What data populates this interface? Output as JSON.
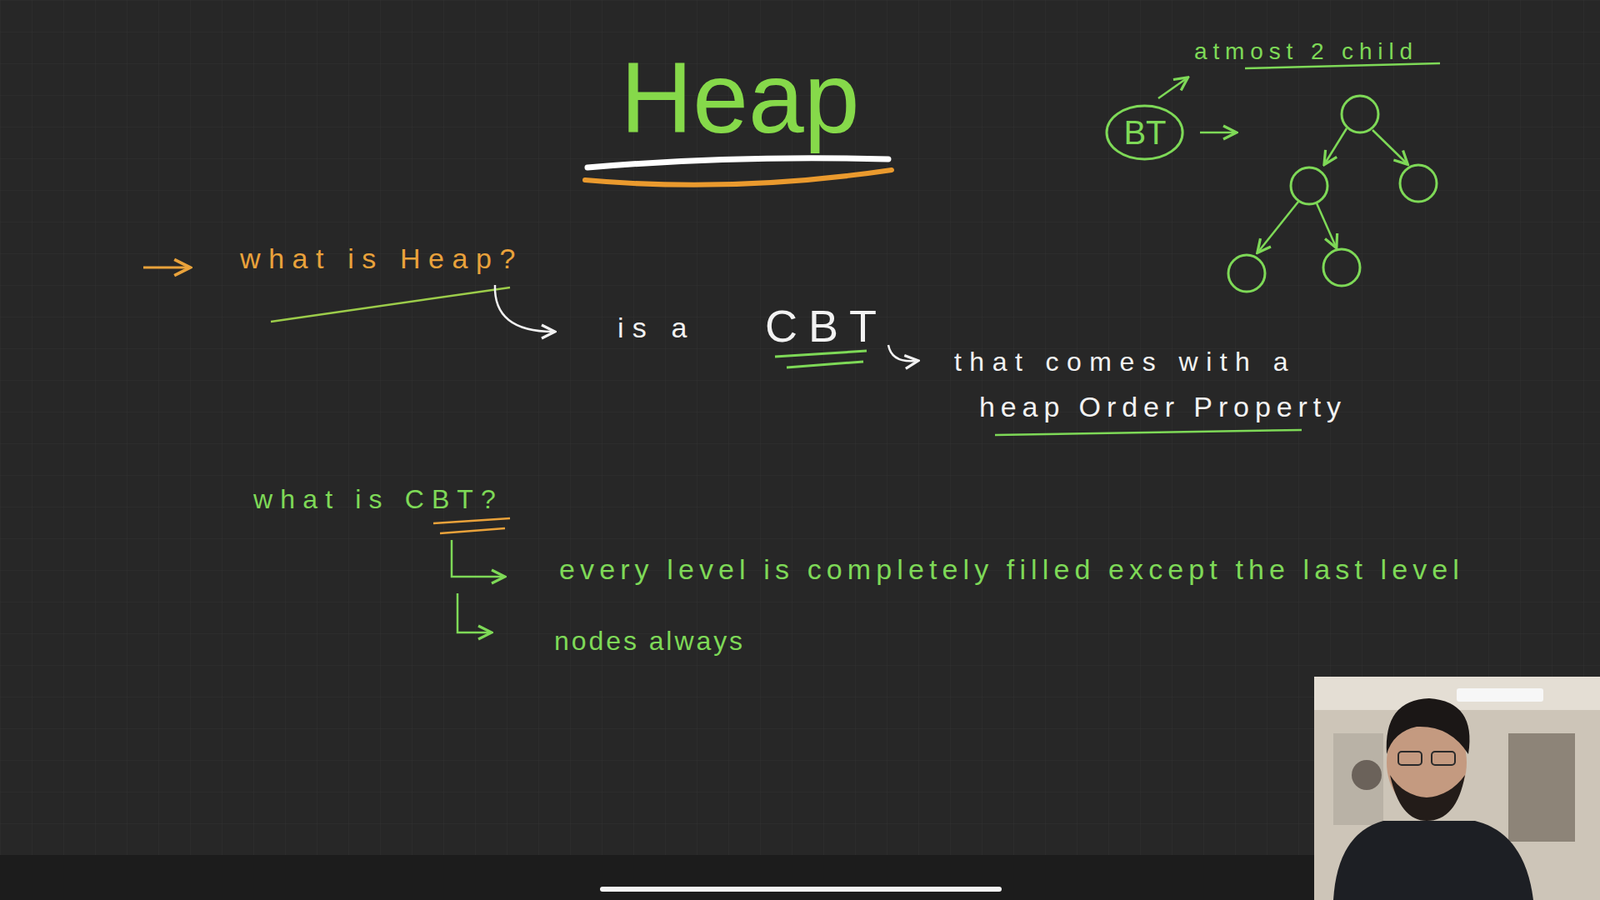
{
  "diagram": {
    "title": "Heap",
    "nodes": [
      {
        "text": [
          "BT"
        ]
      }
    ],
    "labels": [
      "atmost 2 child",
      "what is Heap?",
      "is a",
      "CBT",
      "that comes with a",
      "heap Order Property",
      "what is CBT?",
      "every level is completely filled except the last level",
      "nodes always"
    ]
  }
}
